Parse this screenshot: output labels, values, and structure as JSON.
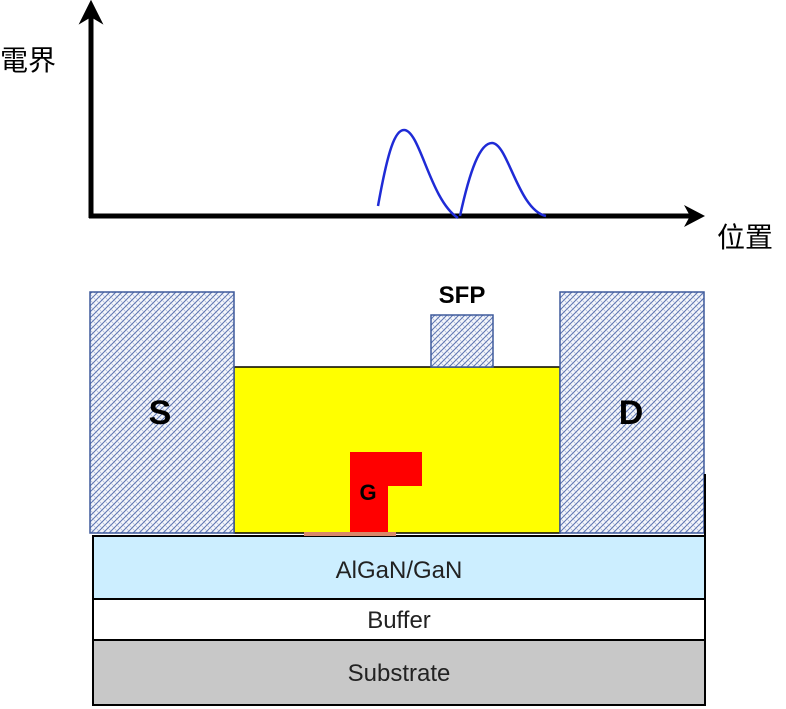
{
  "graph": {
    "y_axis_label": "電界",
    "x_axis_label": "位置",
    "curve_color": "#1f2bd6"
  },
  "device": {
    "source_label": "S",
    "drain_label": "D",
    "gate_label": "G",
    "field_plate_label": "SFP",
    "layers": {
      "algan": "AlGaN/GaN",
      "buffer": "Buffer",
      "substrate": "Substrate"
    },
    "colors": {
      "passivation": "#ffff00",
      "gate": "#ff0000",
      "algan": "#cceeff",
      "buffer": "#ffffff",
      "substrate": "#c8c8c8",
      "electrode_hatch": "#5a73b0"
    }
  }
}
